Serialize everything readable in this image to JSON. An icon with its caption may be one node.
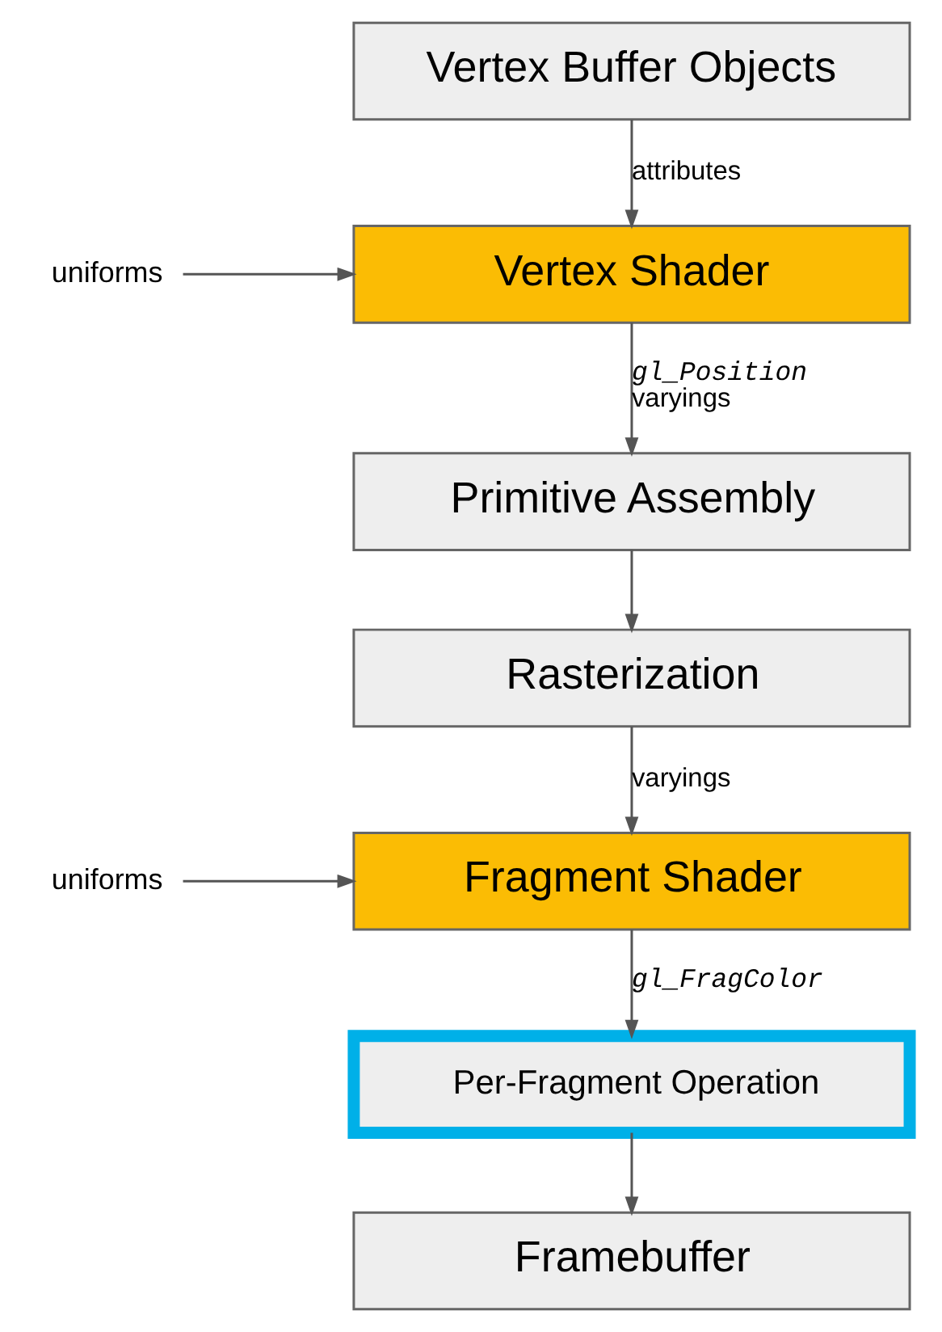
{
  "diagram": {
    "nodes": [
      {
        "text": [
          "Vertex Buffer Objects"
        ]
      },
      {
        "text": [
          "Vertex Shader"
        ]
      },
      {
        "text": [
          "Primitive Assembly"
        ]
      },
      {
        "text": [
          "Rasterization"
        ]
      },
      {
        "text": [
          "Fragment Shader"
        ]
      },
      {
        "text": [
          "Per-Fragment Operation"
        ]
      },
      {
        "text": [
          "Framebuffer"
        ]
      },
      {
        "text": [
          "uniforms"
        ]
      },
      {
        "text": [
          "uniforms"
        ]
      }
    ],
    "edges": [
      {
        "from": 0,
        "to": 1,
        "arrow": "to",
        "label": "attributes"
      },
      {
        "from": 1,
        "to": 2,
        "arrow": "to",
        "label": "*gl_Position* varyings"
      },
      {
        "from": 2,
        "to": 3,
        "arrow": "to"
      },
      {
        "from": 3,
        "to": 4,
        "arrow": "to",
        "label": "varyings"
      },
      {
        "from": 4,
        "to": 5,
        "arrow": "to",
        "label": "*gl_FragColor*"
      },
      {
        "from": 5,
        "to": 6,
        "arrow": "to"
      },
      {
        "from": 7,
        "to": 1,
        "arrow": "to"
      },
      {
        "from": 8,
        "to": 4,
        "arrow": "to"
      }
    ]
  }
}
